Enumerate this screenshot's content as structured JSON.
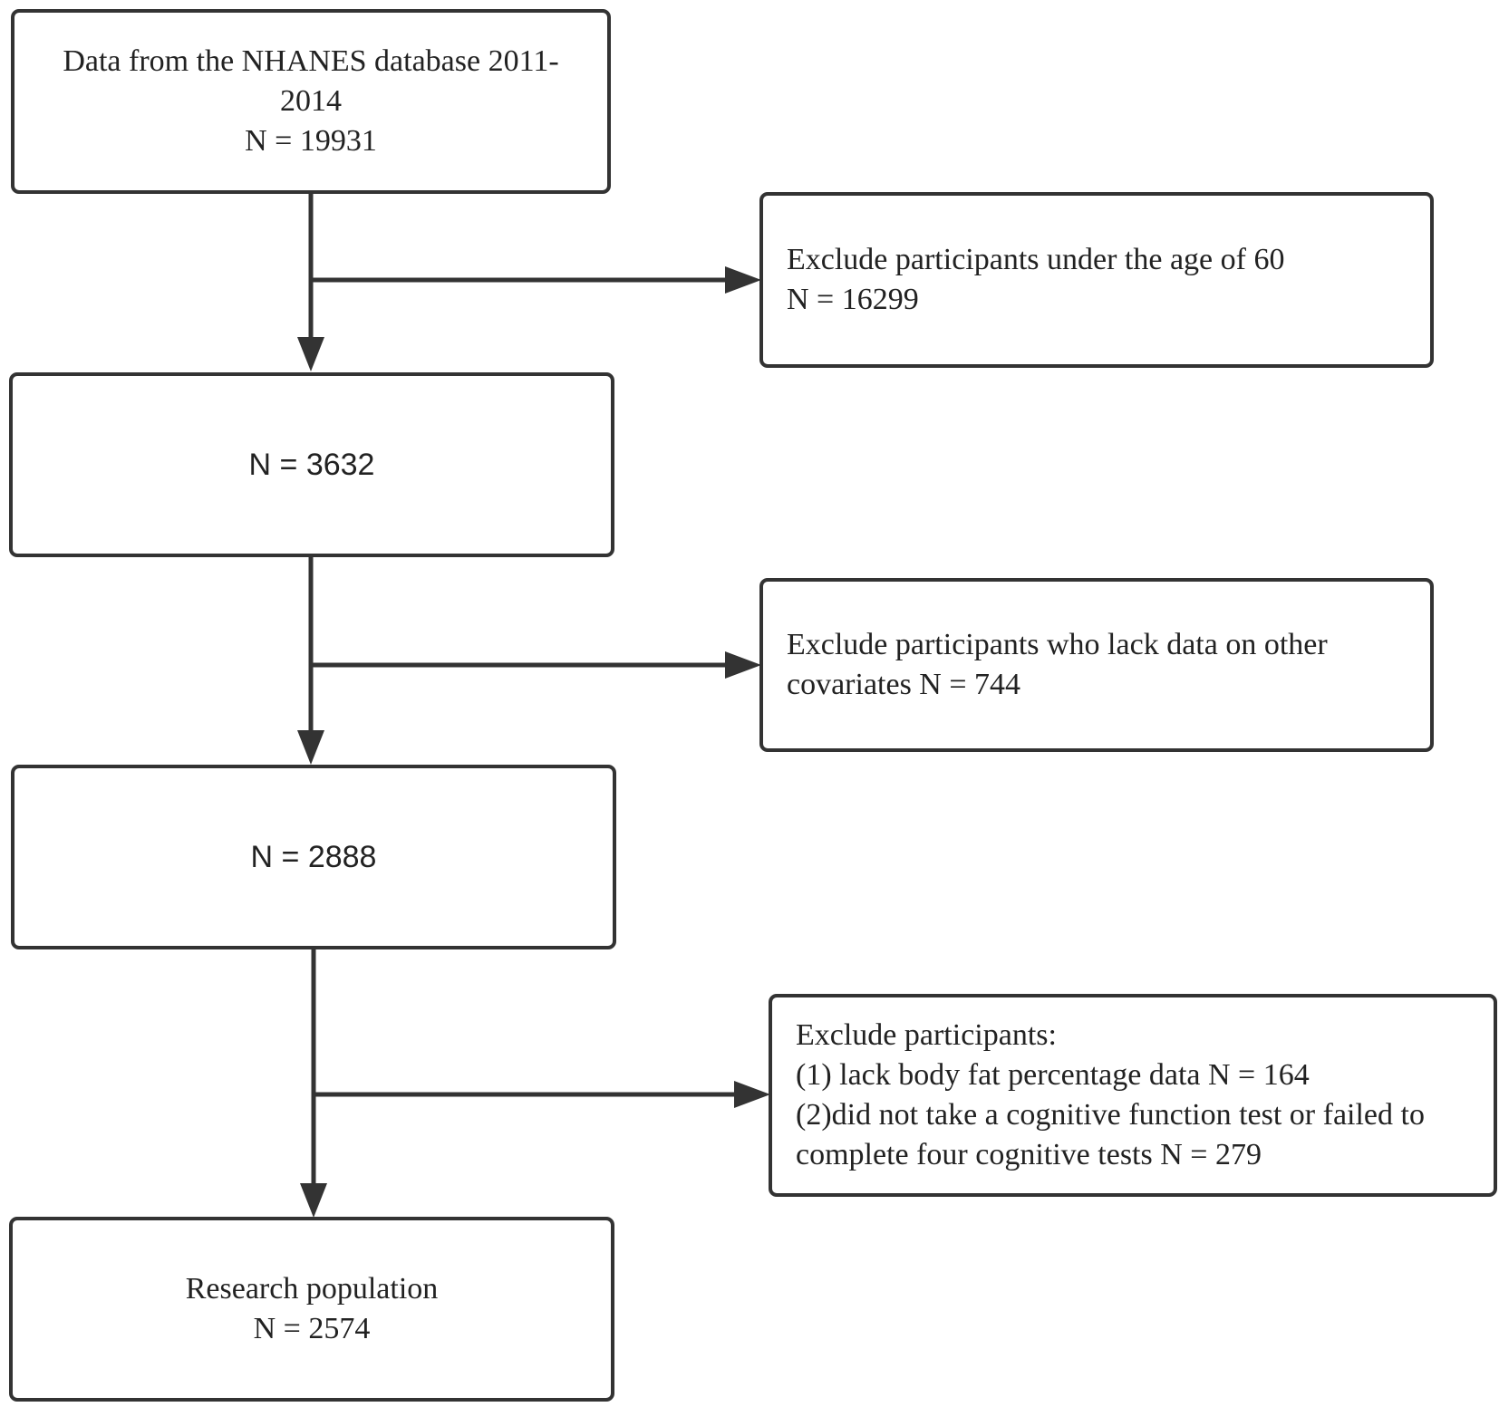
{
  "flowchart": {
    "start_box": {
      "lines": [
        "Data from the NHANES database 2011-",
        "2014",
        "N = 19931"
      ]
    },
    "exclusion_1": {
      "lines": [
        "Exclude participants under the age of 60",
        "N = 16299"
      ]
    },
    "step_1": {
      "text": "N = 3632"
    },
    "exclusion_2": {
      "lines": [
        "Exclude participants who lack data on other",
        "covariates N = 744"
      ]
    },
    "step_2": {
      "text": "N = 2888"
    },
    "exclusion_3": {
      "lines": [
        "Exclude participants:",
        "(1) lack body fat percentage data N = 164",
        "(2)did not take a cognitive function test or failed to",
        "complete four cognitive tests N = 279"
      ]
    },
    "final_box": {
      "lines": [
        "Research population",
        "N = 2574"
      ]
    }
  },
  "colors": {
    "stroke": "#333333",
    "text": "#222222",
    "background": "#ffffff"
  }
}
